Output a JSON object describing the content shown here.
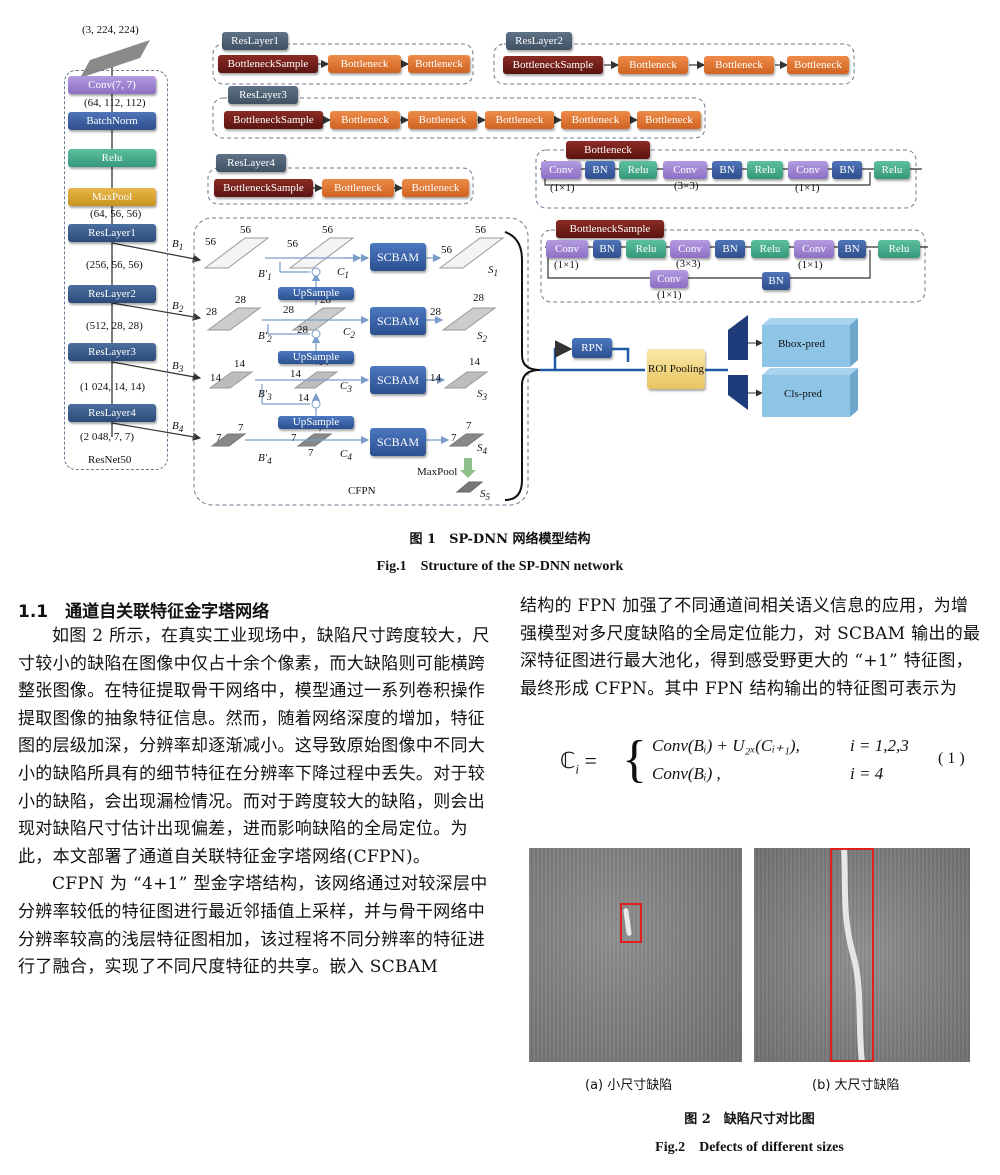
{
  "figure1": {
    "input_shape": "(3, 224, 224)",
    "backbone": {
      "conv": "Conv(7, 7)",
      "shape1": "(64, 112, 112)",
      "bn": "BatchNorm",
      "relu": "Relu",
      "maxpool": "MaxPool",
      "shape2": "(64, 56, 56)",
      "layer1": "ResLayer1",
      "shape3": "(256, 56, 56)",
      "layer2": "ResLayer2",
      "shape4": "(512, 28, 28)",
      "layer3": "ResLayer3",
      "shape5": "(1 024, 14, 14)",
      "layer4": "ResLayer4",
      "shape6": "(2 048, 7, 7)",
      "name": "ResNet50"
    },
    "reslayers": {
      "l1": "ResLayer1",
      "l2": "ResLayer2",
      "l3": "ResLayer3",
      "l4": "ResLayer4",
      "bs": "BottleneckSample",
      "b": "Bottleneck"
    },
    "bottleneck_detail": {
      "title": "Bottleneck",
      "title2": "BottleneckSample",
      "conv": "Conv",
      "bn": "BN",
      "relu": "Relu",
      "k1": "(1×1)",
      "k3": "(3×3)"
    },
    "cfpn": {
      "b1": "B",
      "b1s": "1",
      "n56": "56",
      "n28": "28",
      "n14": "14",
      "n7": "7",
      "bp1": "B′",
      "c": "C",
      "s": "S",
      "scbam": "SCBAM",
      "upsample": "UpSample",
      "maxpool": "MaxPool",
      "name": "CFPN"
    },
    "head": {
      "rpn": "RPN",
      "roi": "ROI Pooling",
      "bbox": "Bbox-pred",
      "cls": "Cls-pred"
    },
    "caption_cn": "图 1　SP-DNN 网络模型结构",
    "caption_en": "Fig.1　Structure of the SP-DNN network"
  },
  "section": {
    "heading": "1.1　通道自关联特征金字塔网络"
  },
  "left_text": {
    "p1": "如图 2 所示，在真实工业现场中，缺陷尺寸跨度较大，尺寸较小的缺陷在图像中仅占十余个像素，而大缺陷则可能横跨整张图像。在特征提取骨干网络中，模型通过一系列卷积操作提取图像的抽象特征信息。然而，随着网络深度的增加，特征图的层级加深，分辨率却逐渐减小。这导致原始图像中不同大小的缺陷所具有的细节特征在分辨率下降过程中丢失。对于较小的缺陷，会出现漏检情况。而对于跨度较大的缺陷，则会出现对缺陷尺寸估计出现偏差，进而影响缺陷的全局定位。为此，本文部署了通道自关联特征金字塔网络(CFPN)。",
    "p2": "CFPN 为 “4+1” 型金字塔结构，该网络通过对较深层中分辨率较低的特征图进行最近邻插值上采样，并与骨干网络中分辨率较高的浅层特征图相加，该过程将不同分辨率的特征进行了融合，实现了不同尺度特征的共享。嵌入 SCBAM"
  },
  "right_text": {
    "p1": "结构的 FPN 加强了不同通道间相关语义信息的应用，为增强模型对多尺度缺陷的全局定位能力，对 SCBAM 输出的最深特征图进行最大池化，得到感受野更大的 “+1” 特征图，最终形成 CFPN。其中 FPN 结构输出的特征图可表示为",
    "eq_lhs": "ℂ",
    "eq_lhs_sub": "i",
    "eq_line1": "Conv(Bᵢ) + U₂ₓ(Cᵢ₊₁),",
    "eq_cond1": "i = 1,2,3",
    "eq_line2": "Conv(Bᵢ) ,",
    "eq_cond2": "i = 4",
    "eq_num": "( 1 )"
  },
  "figure2": {
    "a": "(a) 小尺寸缺陷",
    "b": "(b) 大尺寸缺陷",
    "caption_cn": "图 2　缺陷尺寸对比图",
    "caption_en": "Fig.2　Defects of different sizes"
  },
  "colors": {
    "highlight": "#e02020"
  }
}
